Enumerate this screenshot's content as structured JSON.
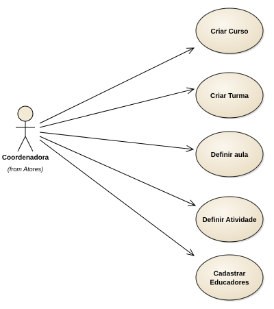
{
  "diagram": {
    "type": "use-case",
    "colors": {
      "usecase_fill_light": "#fbf7ee",
      "usecase_fill_dark": "#e9dcc2",
      "usecase_stroke": "#1a1a1a",
      "actor_head_fill": "#f3ead6",
      "line": "#000000"
    },
    "actor": {
      "name": "Coordenadora",
      "origin": "(from Atores)"
    },
    "use_cases": [
      {
        "id": "criar-curso",
        "lines": [
          "Criar Curso"
        ]
      },
      {
        "id": "criar-turma",
        "lines": [
          "Criar Turma"
        ]
      },
      {
        "id": "definir-aula",
        "lines": [
          "Definir aula"
        ]
      },
      {
        "id": "definir-atividade",
        "lines": [
          "Definir Atividade"
        ]
      },
      {
        "id": "cadastrar-educadores",
        "lines": [
          "Cadastrar",
          "Educadores"
        ]
      }
    ]
  }
}
